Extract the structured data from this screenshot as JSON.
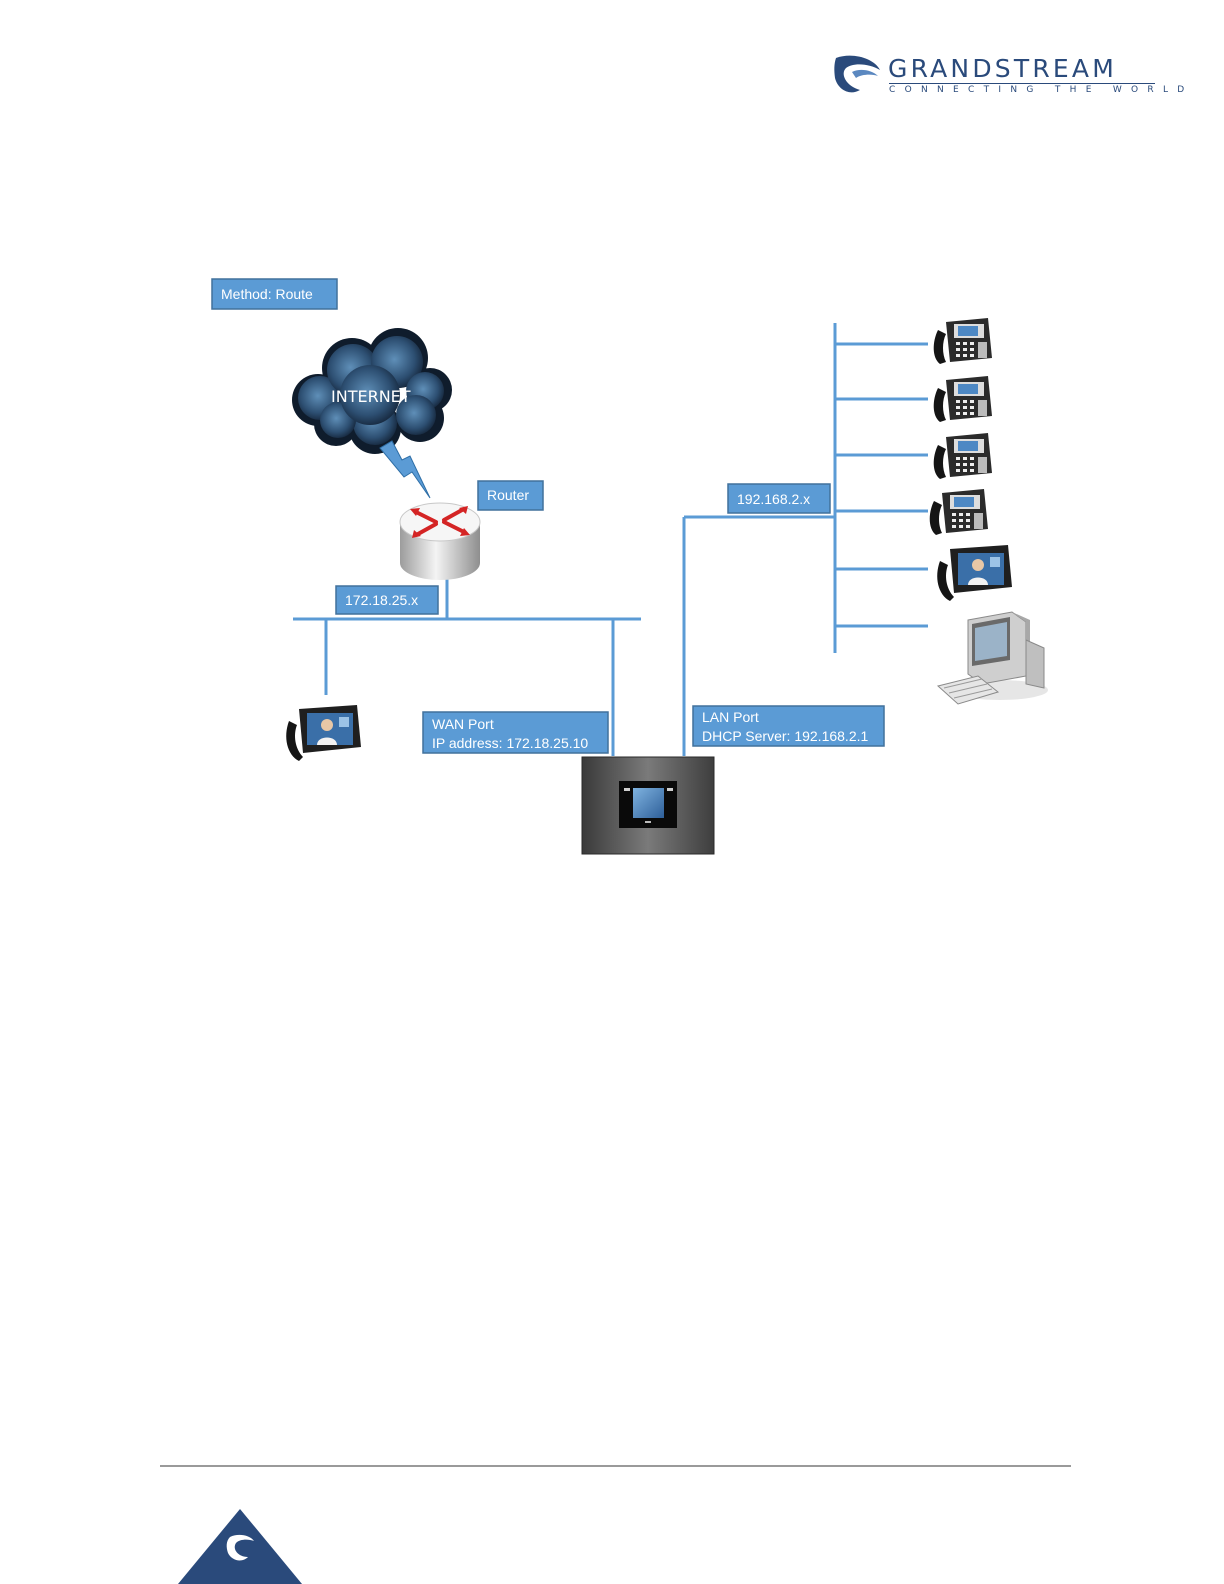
{
  "brand": {
    "name": "GRANDSTREAM",
    "tagline": "CONNECTING THE WORLD",
    "color": "#2a4a7b"
  },
  "diagram": {
    "method_label": "Method: Route",
    "internet_label": "INTERNET",
    "router_label": "Router",
    "wan_subnet_label": "172.18.25.x",
    "lan_subnet_label": "192.168.2.x",
    "wan_port": {
      "line1": "WAN Port",
      "line2": "IP address: 172.18.25.10"
    },
    "lan_port": {
      "line1": "LAN Port",
      "line2": "DHCP Server: 192.168.2.1"
    },
    "colors": {
      "label_fill": "#5b9bd5",
      "label_border": "#41719c",
      "line": "#5b9bd5"
    }
  }
}
